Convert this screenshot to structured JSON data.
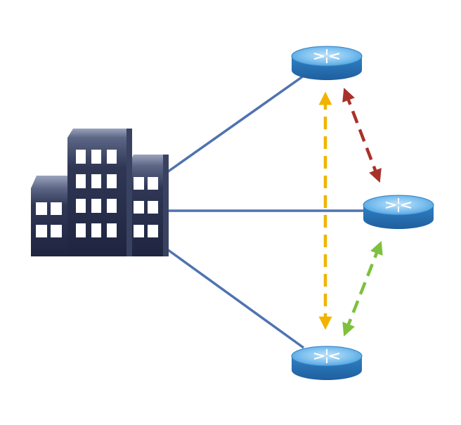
{
  "diagram": {
    "nodes": [
      {
        "id": "building",
        "kind": "building-icon"
      },
      {
        "id": "router-top",
        "kind": "router-icon"
      },
      {
        "id": "router-middle",
        "kind": "router-icon"
      },
      {
        "id": "router-bottom",
        "kind": "router-icon"
      }
    ],
    "links": [
      {
        "from": "building",
        "to": "router-top",
        "style": "solid",
        "color": "#4f73b0"
      },
      {
        "from": "building",
        "to": "router-middle",
        "style": "solid",
        "color": "#4f73b0"
      },
      {
        "from": "building",
        "to": "router-bottom",
        "style": "solid",
        "color": "#4f73b0"
      }
    ],
    "peerings": [
      {
        "from": "router-top",
        "to": "router-bottom",
        "style": "dashed",
        "direction": "bidirectional",
        "color": "#f0b400"
      },
      {
        "from": "router-top",
        "to": "router-middle",
        "style": "dashed",
        "direction": "bidirectional",
        "color": "#a8322a"
      },
      {
        "from": "router-middle",
        "to": "router-bottom",
        "style": "dashed",
        "direction": "bidirectional",
        "color": "#7dc13c"
      }
    ],
    "colors": {
      "router_body": "#3a8fd0",
      "router_top": "#6db6ea",
      "building_front": "#2c3452",
      "building_side": "#4a5475",
      "window": "#ffffff"
    }
  }
}
